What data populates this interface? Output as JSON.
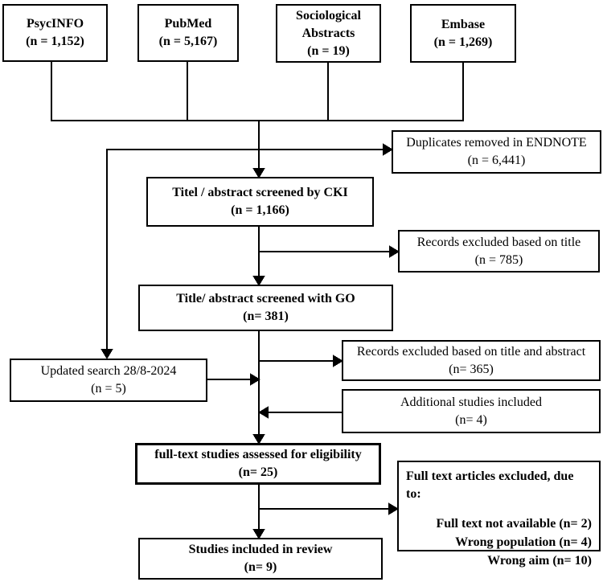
{
  "figure": {
    "type": "flow-diagram",
    "colors": {
      "background": "#ffffff",
      "line": "#000000",
      "text": "#000000",
      "box_fill": "#ffffff"
    },
    "boxes": {
      "psycinfo": {
        "line1": "PsycINFO",
        "line2": "(n = 1,152)"
      },
      "pubmed": {
        "line1": "PubMed",
        "line2": "(n = 5,167)"
      },
      "sociological": {
        "line1": "Sociological",
        "line2": "Abstracts",
        "line3": "(n = 19)"
      },
      "embase": {
        "line1": "Embase",
        "line2": "(n = 1,269)"
      },
      "duplicates": {
        "line1": "Duplicates removed in ENDNOTE",
        "line2": "(n = 6,441)"
      },
      "cki_screen": {
        "line1": "Titel / abstract screened by CKI",
        "line2": "(n = 1,166)"
      },
      "excluded_title": {
        "line1": "Records excluded based on title",
        "line2": "(n = 785)"
      },
      "go_screen": {
        "line1": "Title/ abstract screened with GO",
        "line2": "(n= 381)"
      },
      "updated_search": {
        "line1": "Updated search 28/8-2024",
        "line2": "(n = 5)"
      },
      "excluded_title_abstract": {
        "line1": "Records excluded based on title and abstract",
        "line2": "(n= 365)"
      },
      "additional_studies": {
        "line1": "Additional studies included",
        "line2": "(n= 4)"
      },
      "fulltext_assessed": {
        "line1": "full-text studies assessed for eligibility",
        "line2": "(n= 25)"
      },
      "fulltext_excluded": {
        "title": "Full text articles excluded, due to:",
        "item1": "Full text not available (n= 2)",
        "item2": "Wrong population (n= 4)",
        "item3": "Wrong aim (n= 10)"
      },
      "included_review": {
        "line1": "Studies included in review",
        "line2": "(n= 9)"
      }
    }
  }
}
